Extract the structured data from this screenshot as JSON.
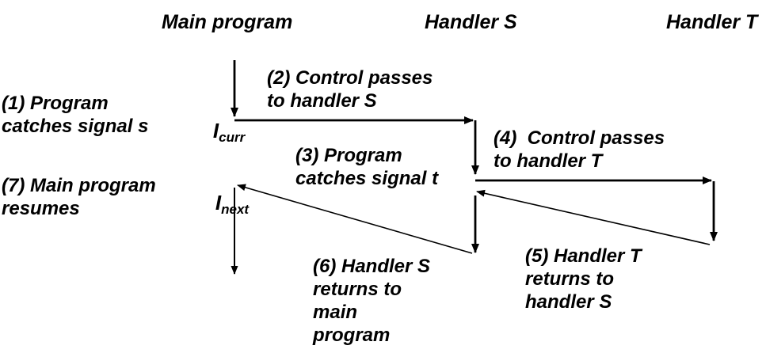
{
  "columns": [
    {
      "label": "Main program"
    },
    {
      "label": "Handler S"
    },
    {
      "label": "Handler T"
    }
  ],
  "markers": {
    "curr": {
      "base": "I",
      "sub": "curr"
    },
    "next": {
      "base": "I",
      "sub": "next"
    }
  },
  "annotations": {
    "step1": {
      "lines": [
        "(1) Program",
        "catches signal s"
      ]
    },
    "step2": {
      "lines": [
        "(2) Control passes",
        "to handler S"
      ]
    },
    "step3": {
      "lines": [
        "(3) Program",
        "catches signal t"
      ]
    },
    "step4": {
      "lines": [
        "(4)  Control passes",
        "to handler T"
      ]
    },
    "step5": {
      "lines": [
        "(5) Handler T",
        "returns to",
        "handler S"
      ]
    },
    "step6": {
      "lines": [
        "(6) Handler S",
        "returns to",
        "main",
        "program"
      ]
    },
    "step7": {
      "lines": [
        "(7) Main program",
        "resumes"
      ]
    }
  },
  "colors": {
    "ink": "#000000",
    "background": "#ffffff"
  }
}
